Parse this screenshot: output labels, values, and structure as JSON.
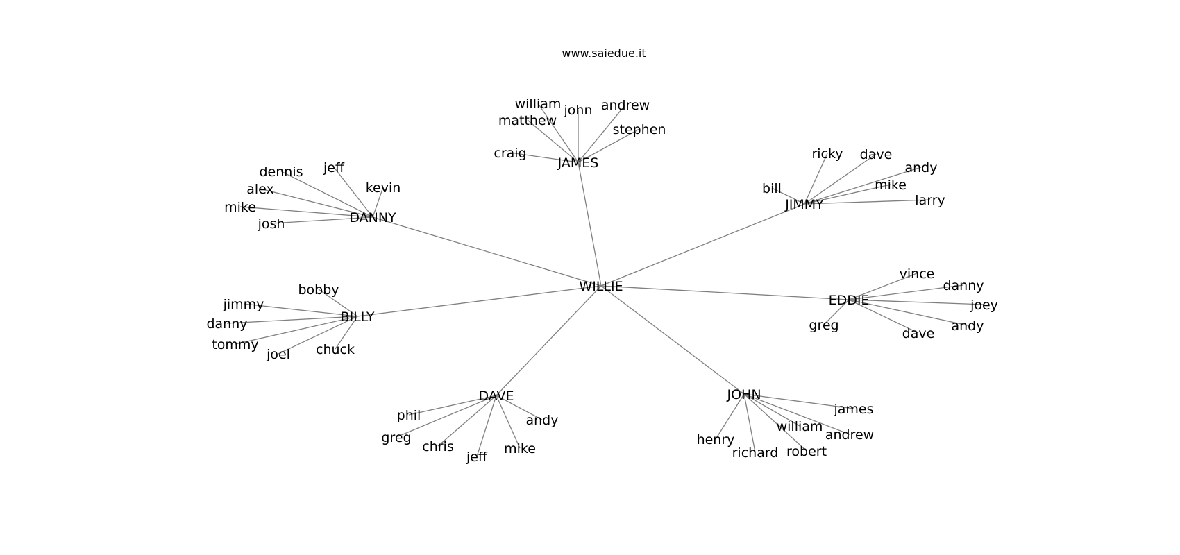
{
  "title": "www.saiedue.it",
  "colors": {
    "edge": "#808080",
    "text": "#000000",
    "background": "#ffffff"
  },
  "graph": {
    "root": "WILLIE",
    "groups": [
      {
        "name": "JAMES",
        "children": [
          "craig",
          "matthew",
          "william",
          "john",
          "andrew",
          "stephen"
        ]
      },
      {
        "name": "DANNY",
        "children": [
          "dennis",
          "jeff",
          "kevin",
          "alex",
          "mike",
          "josh"
        ]
      },
      {
        "name": "JIMMY",
        "children": [
          "bill",
          "ricky",
          "dave",
          "andy",
          "mike",
          "larry"
        ]
      },
      {
        "name": "EDDIE",
        "children": [
          "vince",
          "danny",
          "joey",
          "andy",
          "dave",
          "greg"
        ]
      },
      {
        "name": "BILLY",
        "children": [
          "bobby",
          "jimmy",
          "danny",
          "tommy",
          "joel",
          "chuck"
        ]
      },
      {
        "name": "DAVE",
        "children": [
          "phil",
          "greg",
          "chris",
          "jeff",
          "mike",
          "andy"
        ]
      },
      {
        "name": "JOHN",
        "children": [
          "james",
          "henry",
          "richard",
          "william",
          "robert",
          "andrew"
        ]
      }
    ]
  }
}
